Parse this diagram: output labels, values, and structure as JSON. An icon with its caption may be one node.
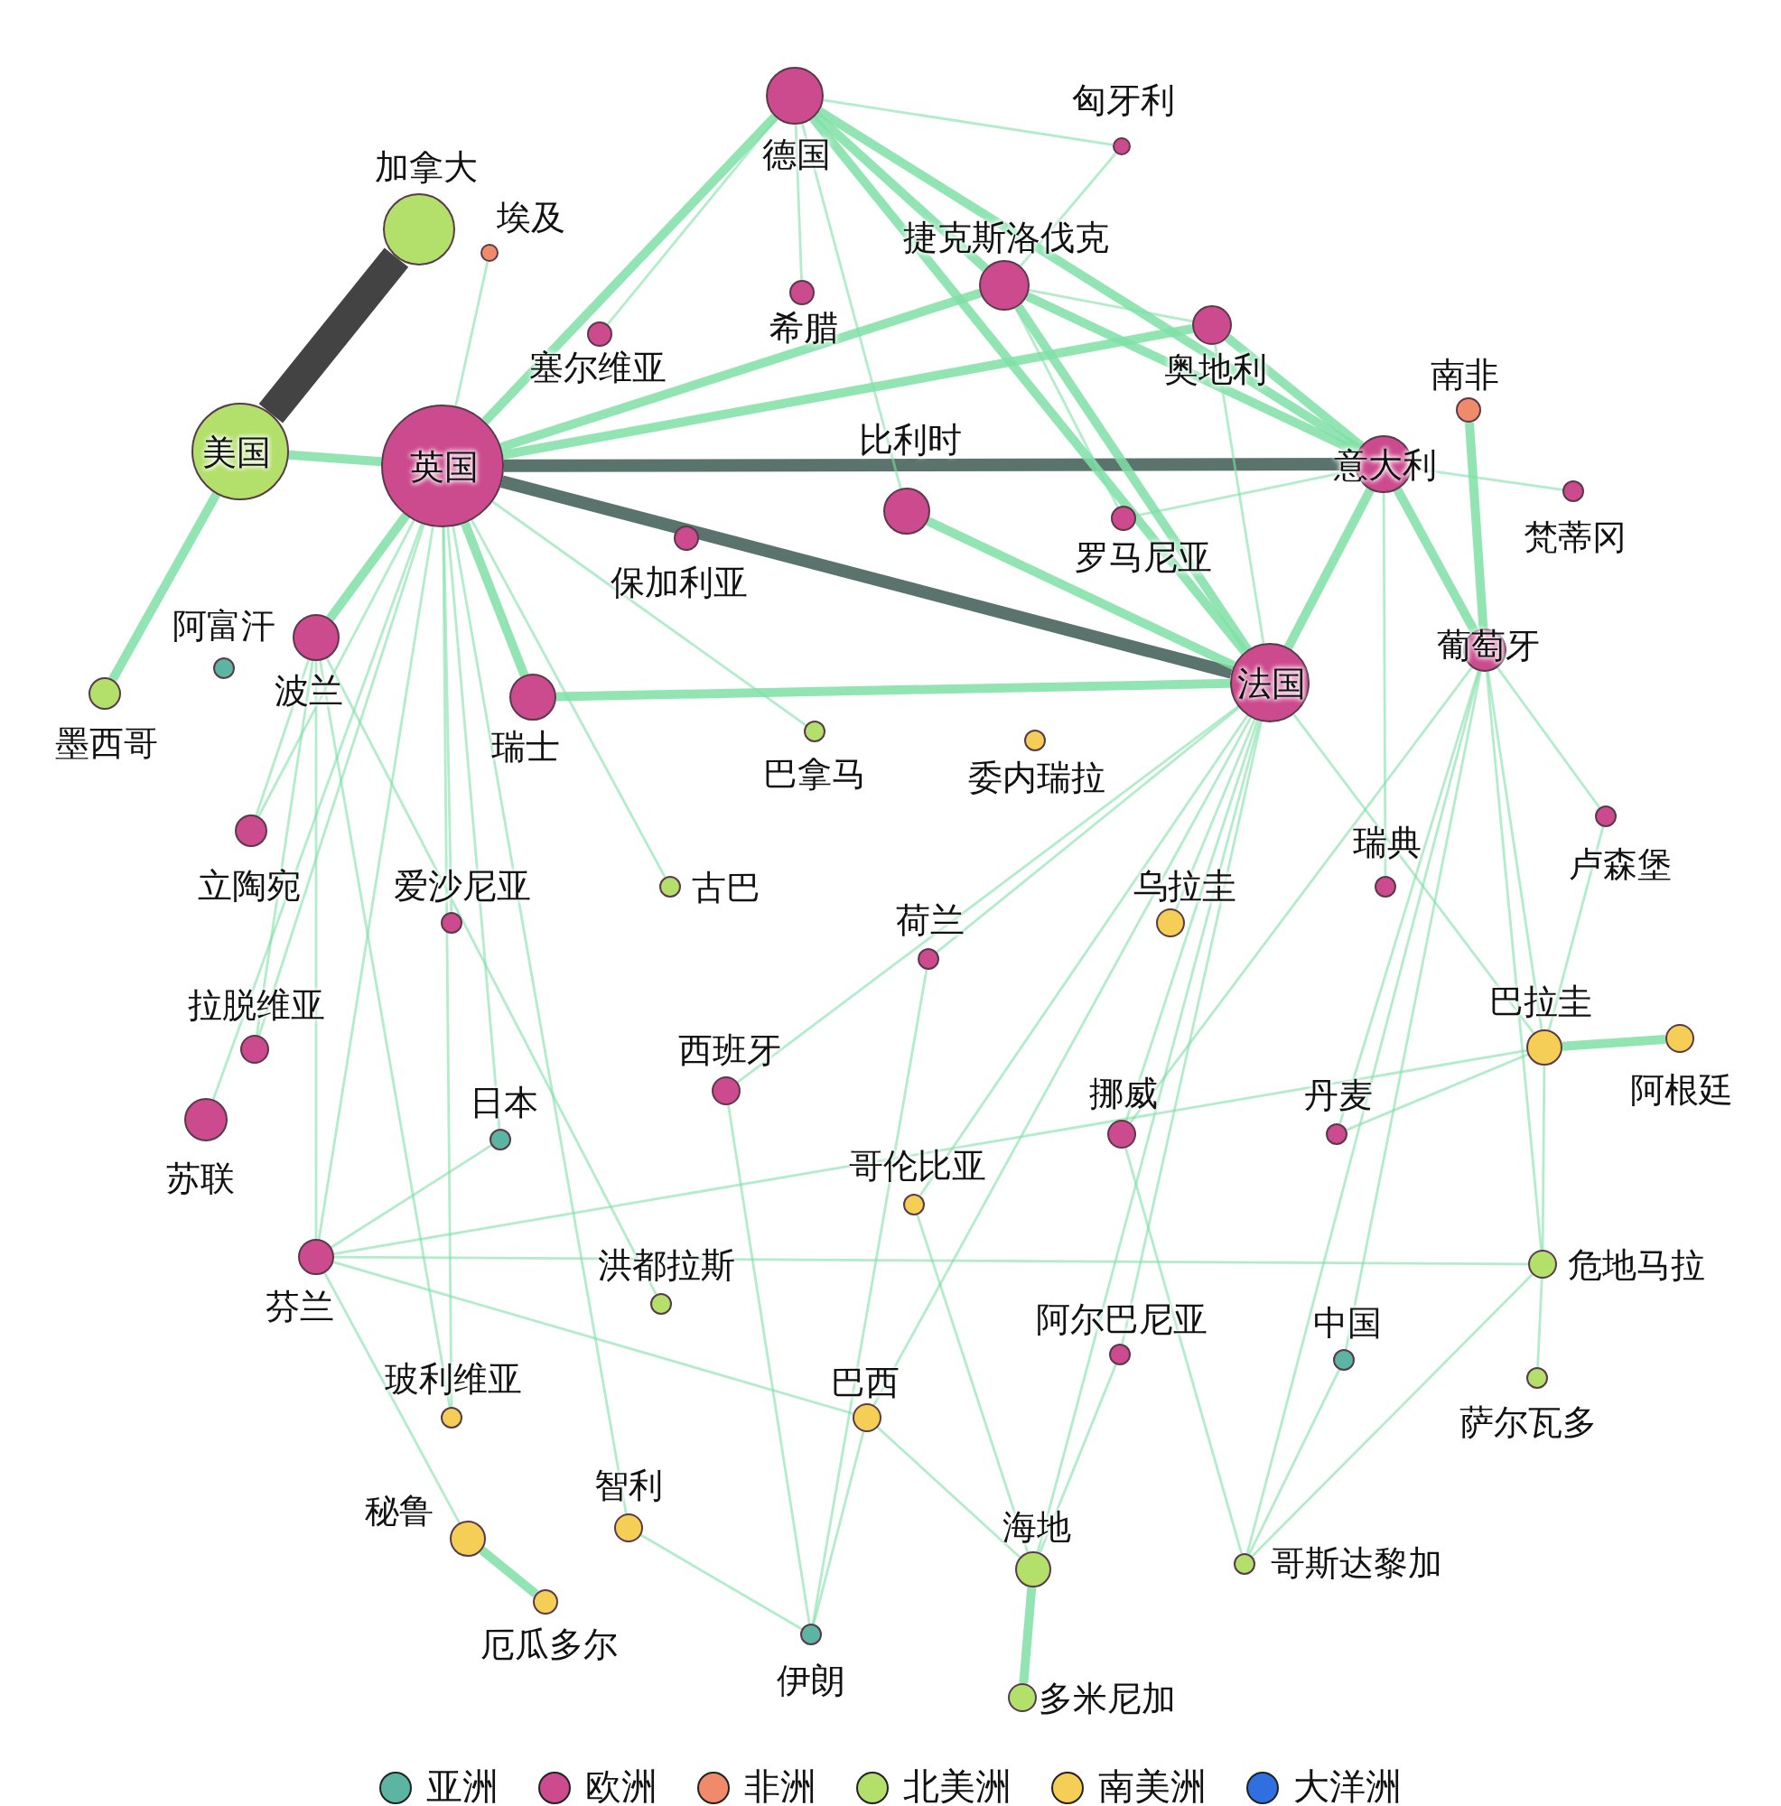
{
  "diagram": {
    "nodes": [
      {
        "text": [
          "加拿大"
        ]
      },
      {
        "text": [
          "埃及"
        ]
      },
      {
        "text": [
          "德国"
        ]
      },
      {
        "text": [
          "匈牙利"
        ]
      },
      {
        "text": [
          "捷克斯洛伐克"
        ]
      },
      {
        "text": [
          "希腊"
        ]
      },
      {
        "text": [
          "塞尔维亚"
        ]
      },
      {
        "text": [
          "奥地利"
        ]
      },
      {
        "text": [
          "南非"
        ]
      },
      {
        "text": [
          "美国"
        ]
      },
      {
        "text": [
          "英国"
        ]
      },
      {
        "text": [
          "比利时"
        ]
      },
      {
        "text": [
          "意大利"
        ]
      },
      {
        "text": [
          "梵蒂冈"
        ]
      },
      {
        "text": [
          "罗马尼亚"
        ]
      },
      {
        "text": [
          "保加利亚"
        ]
      },
      {
        "text": [
          "阿富汗"
        ]
      },
      {
        "text": [
          "波兰"
        ]
      },
      {
        "text": [
          "墨西哥"
        ]
      },
      {
        "text": [
          "瑞士"
        ]
      },
      {
        "text": [
          "法国"
        ]
      },
      {
        "text": [
          "葡萄牙"
        ]
      },
      {
        "text": [
          "巴拿马"
        ]
      },
      {
        "text": [
          "委内瑞拉"
        ]
      },
      {
        "text": [
          "卢森堡"
        ]
      },
      {
        "text": [
          "立陶宛"
        ]
      },
      {
        "text": [
          "爱沙尼亚"
        ]
      },
      {
        "text": [
          "古巴"
        ]
      },
      {
        "text": [
          "瑞典"
        ]
      },
      {
        "text": [
          "荷兰"
        ]
      },
      {
        "text": [
          "乌拉圭"
        ]
      },
      {
        "text": [
          "拉脱维亚"
        ]
      },
      {
        "text": [
          "苏联"
        ]
      },
      {
        "text": [
          "巴拉圭"
        ]
      },
      {
        "text": [
          "阿根廷"
        ]
      },
      {
        "text": [
          "西班牙"
        ]
      },
      {
        "text": [
          "日本"
        ]
      },
      {
        "text": [
          "挪威"
        ]
      },
      {
        "text": [
          "丹麦"
        ]
      },
      {
        "text": [
          "哥伦比亚"
        ]
      },
      {
        "text": [
          "芬兰"
        ]
      },
      {
        "text": [
          "危地马拉"
        ]
      },
      {
        "text": [
          "洪都拉斯"
        ]
      },
      {
        "text": [
          "阿尔巴尼亚"
        ]
      },
      {
        "text": [
          "中国"
        ]
      },
      {
        "text": [
          "玻利维亚"
        ]
      },
      {
        "text": [
          "巴西"
        ]
      },
      {
        "text": [
          "萨尔瓦多"
        ]
      },
      {
        "text": [
          "智利"
        ]
      },
      {
        "text": [
          "秘鲁"
        ]
      },
      {
        "text": [
          "海地"
        ]
      },
      {
        "text": [
          "哥斯达黎加"
        ]
      },
      {
        "text": [
          "厄瓜多尔"
        ]
      },
      {
        "text": [
          "伊朗"
        ]
      },
      {
        "text": [
          "多米尼加"
        ]
      }
    ],
    "edges": [
      {
        "from": 9,
        "to": 0,
        "arrow": "none",
        "style": "thick",
        "color": "#222222"
      },
      {
        "from": 10,
        "to": 12,
        "arrow": "none",
        "style": "thick",
        "color": "#3d5a52"
      },
      {
        "from": 10,
        "to": 20,
        "arrow": "none",
        "style": "thick",
        "color": "#3d5a52"
      },
      {
        "from": 9,
        "to": 10,
        "arrow": "none",
        "style": "thick"
      },
      {
        "from": 9,
        "to": 18,
        "arrow": "none",
        "style": "thick"
      },
      {
        "from": 8,
        "to": 21,
        "arrow": "none",
        "style": "thick"
      },
      {
        "from": 33,
        "to": 34,
        "arrow": "none",
        "style": "thick"
      },
      {
        "from": 49,
        "to": 52,
        "arrow": "none",
        "style": "thick"
      },
      {
        "from": 50,
        "to": 54,
        "arrow": "none",
        "style": "thick"
      },
      {
        "from": 19,
        "to": 20,
        "arrow": "none",
        "style": "thick"
      },
      {
        "from": 12,
        "to": 20,
        "arrow": "none",
        "style": "thick"
      },
      {
        "from": 12,
        "to": 21,
        "arrow": "none",
        "style": "thick"
      },
      {
        "from": 10,
        "to": 2,
        "arrow": "none",
        "style": "thick"
      },
      {
        "from": 10,
        "to": 4,
        "arrow": "none",
        "style": "thick"
      },
      {
        "from": 4,
        "to": 12,
        "arrow": "none",
        "style": "thick"
      },
      {
        "from": 2,
        "to": 12,
        "arrow": "none",
        "style": "thick"
      },
      {
        "from": 4,
        "to": 20,
        "arrow": "none",
        "style": "thick"
      },
      {
        "from": 2,
        "to": 20,
        "arrow": "none",
        "style": "thick"
      },
      {
        "from": 11,
        "to": 20,
        "arrow": "none",
        "style": "thick"
      },
      {
        "from": 7,
        "to": 12,
        "arrow": "none",
        "style": "thick"
      },
      {
        "from": 10,
        "to": 7,
        "arrow": "none",
        "style": "thick"
      },
      {
        "from": 10,
        "to": 17,
        "arrow": "none",
        "style": "thick"
      },
      {
        "from": 10,
        "to": 19,
        "arrow": "none",
        "style": "thick"
      },
      {
        "from": 2,
        "to": 4,
        "arrow": "none",
        "style": "thick"
      },
      {
        "from": 1,
        "to": 10,
        "arrow": "none"
      },
      {
        "from": 12,
        "to": 13,
        "arrow": "none"
      },
      {
        "from": 21,
        "to": 24,
        "arrow": "none"
      },
      {
        "from": 21,
        "to": 33,
        "arrow": "none"
      },
      {
        "from": 21,
        "to": 41,
        "arrow": "none"
      },
      {
        "from": 21,
        "to": 44,
        "arrow": "none"
      },
      {
        "from": 21,
        "to": 51,
        "arrow": "none"
      },
      {
        "from": 21,
        "to": 37,
        "arrow": "none"
      },
      {
        "from": 21,
        "to": 38,
        "arrow": "none"
      },
      {
        "from": 20,
        "to": 30,
        "arrow": "none"
      },
      {
        "from": 20,
        "to": 33,
        "arrow": "none"
      },
      {
        "from": 20,
        "to": 37,
        "arrow": "none"
      },
      {
        "from": 20,
        "to": 43,
        "arrow": "none"
      },
      {
        "from": 20,
        "to": 46,
        "arrow": "none"
      },
      {
        "from": 20,
        "to": 39,
        "arrow": "none"
      },
      {
        "from": 20,
        "to": 50,
        "arrow": "none"
      },
      {
        "from": 20,
        "to": 35,
        "arrow": "none"
      },
      {
        "from": 20,
        "to": 29,
        "arrow": "none"
      },
      {
        "from": 10,
        "to": 25,
        "arrow": "none"
      },
      {
        "from": 10,
        "to": 31,
        "arrow": "none"
      },
      {
        "from": 10,
        "to": 40,
        "arrow": "none"
      },
      {
        "from": 10,
        "to": 32,
        "arrow": "none"
      },
      {
        "from": 10,
        "to": 26,
        "arrow": "none"
      },
      {
        "from": 10,
        "to": 36,
        "arrow": "none"
      },
      {
        "from": 10,
        "to": 45,
        "arrow": "none"
      },
      {
        "from": 10,
        "to": 48,
        "arrow": "none"
      },
      {
        "from": 10,
        "to": 27,
        "arrow": "none"
      },
      {
        "from": 10,
        "to": 22,
        "arrow": "none"
      },
      {
        "from": 17,
        "to": 40,
        "arrow": "none"
      },
      {
        "from": 17,
        "to": 31,
        "arrow": "none"
      },
      {
        "from": 17,
        "to": 25,
        "arrow": "none"
      },
      {
        "from": 17,
        "to": 42,
        "arrow": "none"
      },
      {
        "from": 17,
        "to": 45,
        "arrow": "none"
      },
      {
        "from": 40,
        "to": 33,
        "arrow": "none"
      },
      {
        "from": 40,
        "to": 41,
        "arrow": "none"
      },
      {
        "from": 40,
        "to": 49,
        "arrow": "none"
      },
      {
        "from": 40,
        "to": 36,
        "arrow": "none"
      },
      {
        "from": 40,
        "to": 46,
        "arrow": "none"
      },
      {
        "from": 2,
        "to": 3,
        "arrow": "none"
      },
      {
        "from": 2,
        "to": 5,
        "arrow": "none"
      },
      {
        "from": 2,
        "to": 6,
        "arrow": "none"
      },
      {
        "from": 2,
        "to": 11,
        "arrow": "none"
      },
      {
        "from": 4,
        "to": 3,
        "arrow": "none"
      },
      {
        "from": 4,
        "to": 7,
        "arrow": "none"
      },
      {
        "from": 4,
        "to": 14,
        "arrow": "none"
      },
      {
        "from": 12,
        "to": 14,
        "arrow": "none"
      },
      {
        "from": 7,
        "to": 20,
        "arrow": "none"
      },
      {
        "from": 12,
        "to": 28,
        "arrow": "none"
      },
      {
        "from": 53,
        "to": 48,
        "arrow": "none"
      },
      {
        "from": 53,
        "to": 35,
        "arrow": "none"
      },
      {
        "from": 53,
        "to": 46,
        "arrow": "none"
      },
      {
        "from": 53,
        "to": 29,
        "arrow": "none"
      },
      {
        "from": 50,
        "to": 39,
        "arrow": "none"
      },
      {
        "from": 50,
        "to": 43,
        "arrow": "none"
      },
      {
        "from": 50,
        "to": 46,
        "arrow": "none"
      },
      {
        "from": 51,
        "to": 44,
        "arrow": "none"
      },
      {
        "from": 51,
        "to": 37,
        "arrow": "none"
      },
      {
        "from": 51,
        "to": 41,
        "arrow": "none"
      },
      {
        "from": 41,
        "to": 47,
        "arrow": "none"
      },
      {
        "from": 33,
        "to": 41,
        "arrow": "none"
      },
      {
        "from": 33,
        "to": 24,
        "arrow": "none"
      },
      {
        "from": 33,
        "to": 38,
        "arrow": "none"
      }
    ],
    "legend": [
      {
        "text": "亚洲",
        "color": "#5bb5a2"
      },
      {
        "text": "欧洲",
        "color": "#cc4a8e"
      },
      {
        "text": "非洲",
        "color": "#ef8a6a"
      },
      {
        "text": "北美洲",
        "color": "#b2e06a"
      },
      {
        "text": "南美洲",
        "color": "#f5cf55"
      },
      {
        "text": "大洋洲",
        "color": "#2f6fe0"
      }
    ]
  }
}
